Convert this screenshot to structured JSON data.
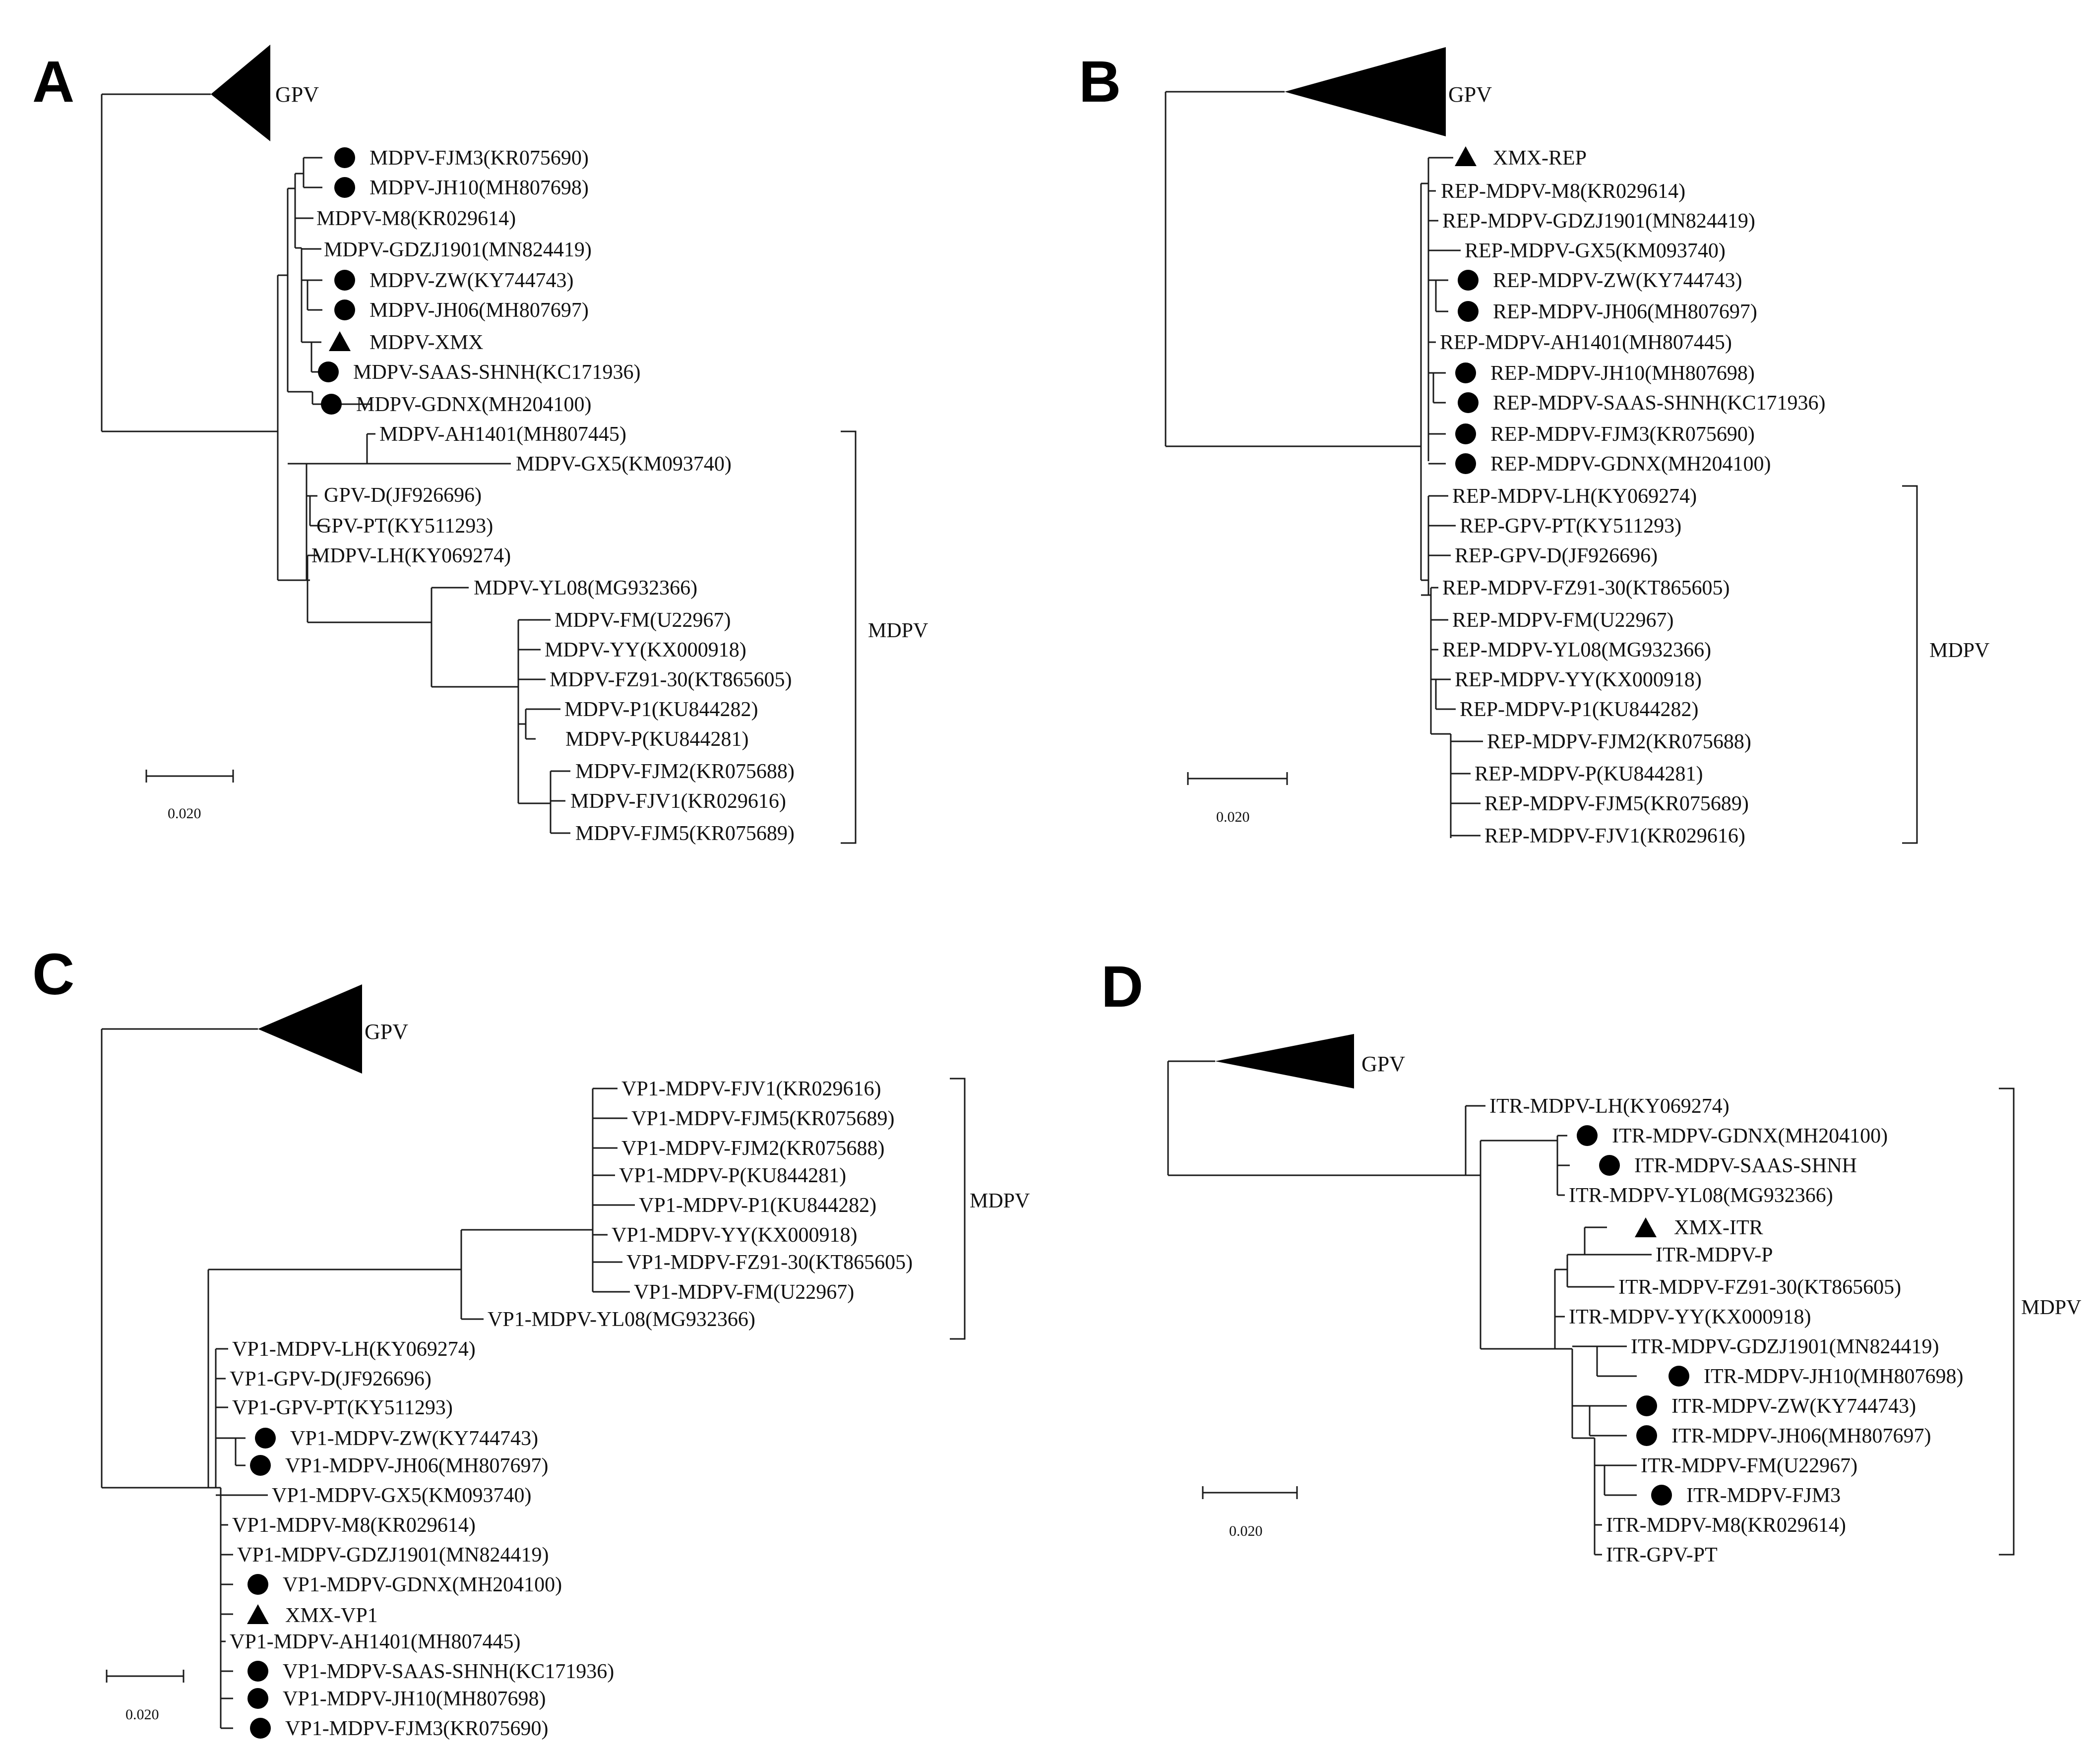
{
  "panels": [
    {
      "letter": "A",
      "collapsed_label": "GPV",
      "clade_label": "MDPV",
      "scale_label": "0.020",
      "leaves": [
        {
          "label": "MDPV-FJM3(KR075690)",
          "marker": "circle"
        },
        {
          "label": "MDPV-JH10(MH807698)",
          "marker": "circle"
        },
        {
          "label": "MDPV-M8(KR029614)",
          "marker": "none"
        },
        {
          "label": "MDPV-GDZJ1901(MN824419)",
          "marker": "none"
        },
        {
          "label": "MDPV-ZW(KY744743)",
          "marker": "circle"
        },
        {
          "label": "MDPV-JH06(MH807697)",
          "marker": "circle"
        },
        {
          "label": "MDPV-XMX",
          "marker": "triangle"
        },
        {
          "label": "MDPV-SAAS-SHNH(KC171936)",
          "marker": "circle"
        },
        {
          "label": "MDPV-GDNX(MH204100)",
          "marker": "circle"
        },
        {
          "label": "MDPV-AH1401(MH807445)",
          "marker": "none"
        },
        {
          "label": "MDPV-GX5(KM093740)",
          "marker": "none"
        },
        {
          "label": "GPV-D(JF926696)",
          "marker": "none"
        },
        {
          "label": "GPV-PT(KY511293)",
          "marker": "none"
        },
        {
          "label": "MDPV-LH(KY069274)",
          "marker": "none"
        },
        {
          "label": "MDPV-YL08(MG932366)",
          "marker": "none"
        },
        {
          "label": "MDPV-FM(U22967)",
          "marker": "none"
        },
        {
          "label": "MDPV-YY(KX000918)",
          "marker": "none"
        },
        {
          "label": "MDPV-FZ91-30(KT865605)",
          "marker": "none"
        },
        {
          "label": "MDPV-P1(KU844282)",
          "marker": "none"
        },
        {
          "label": "MDPV-P(KU844281)",
          "marker": "none"
        },
        {
          "label": "MDPV-FJM2(KR075688)",
          "marker": "none"
        },
        {
          "label": "MDPV-FJV1(KR029616)",
          "marker": "none"
        },
        {
          "label": "MDPV-FJM5(KR075689)",
          "marker": "none"
        }
      ]
    },
    {
      "letter": "B",
      "collapsed_label": "GPV",
      "clade_label": "MDPV",
      "scale_label": "0.020",
      "leaves": [
        {
          "label": "XMX-REP",
          "marker": "triangle"
        },
        {
          "label": "REP-MDPV-M8(KR029614)",
          "marker": "none"
        },
        {
          "label": "REP-MDPV-GDZJ1901(MN824419)",
          "marker": "none"
        },
        {
          "label": "REP-MDPV-GX5(KM093740)",
          "marker": "none"
        },
        {
          "label": "REP-MDPV-ZW(KY744743)",
          "marker": "circle"
        },
        {
          "label": "REP-MDPV-JH06(MH807697)",
          "marker": "circle"
        },
        {
          "label": "REP-MDPV-AH1401(MH807445)",
          "marker": "none"
        },
        {
          "label": "REP-MDPV-JH10(MH807698)",
          "marker": "circle"
        },
        {
          "label": "REP-MDPV-SAAS-SHNH(KC171936)",
          "marker": "circle"
        },
        {
          "label": "REP-MDPV-FJM3(KR075690)",
          "marker": "circle"
        },
        {
          "label": "REP-MDPV-GDNX(MH204100)",
          "marker": "circle"
        },
        {
          "label": "REP-MDPV-LH(KY069274)",
          "marker": "none"
        },
        {
          "label": "REP-GPV-PT(KY511293)",
          "marker": "none"
        },
        {
          "label": "REP-GPV-D(JF926696)",
          "marker": "none"
        },
        {
          "label": "REP-MDPV-FZ91-30(KT865605)",
          "marker": "none"
        },
        {
          "label": "REP-MDPV-FM(U22967)",
          "marker": "none"
        },
        {
          "label": "REP-MDPV-YL08(MG932366)",
          "marker": "none"
        },
        {
          "label": "REP-MDPV-YY(KX000918)",
          "marker": "none"
        },
        {
          "label": "REP-MDPV-P1(KU844282)",
          "marker": "none"
        },
        {
          "label": "REP-MDPV-FJM2(KR075688)",
          "marker": "none"
        },
        {
          "label": "REP-MDPV-P(KU844281)",
          "marker": "none"
        },
        {
          "label": "REP-MDPV-FJM5(KR075689)",
          "marker": "none"
        },
        {
          "label": "REP-MDPV-FJV1(KR029616)",
          "marker": "none"
        }
      ]
    },
    {
      "letter": "C",
      "collapsed_label": "GPV",
      "clade_label": "MDPV",
      "scale_label": "0.020",
      "leaves": [
        {
          "label": "VP1-MDPV-FJV1(KR029616)",
          "marker": "none"
        },
        {
          "label": "VP1-MDPV-FJM5(KR075689)",
          "marker": "none"
        },
        {
          "label": "VP1-MDPV-FJM2(KR075688)",
          "marker": "none"
        },
        {
          "label": "VP1-MDPV-P(KU844281)",
          "marker": "none"
        },
        {
          "label": "VP1-MDPV-P1(KU844282)",
          "marker": "none"
        },
        {
          "label": "VP1-MDPV-YY(KX000918)",
          "marker": "none"
        },
        {
          "label": "VP1-MDPV-FZ91-30(KT865605)",
          "marker": "none"
        },
        {
          "label": "VP1-MDPV-FM(U22967)",
          "marker": "none"
        },
        {
          "label": "VP1-MDPV-YL08(MG932366)",
          "marker": "none"
        },
        {
          "label": "VP1-MDPV-LH(KY069274)",
          "marker": "none"
        },
        {
          "label": "VP1-GPV-D(JF926696)",
          "marker": "none"
        },
        {
          "label": "VP1-GPV-PT(KY511293)",
          "marker": "none"
        },
        {
          "label": "VP1-MDPV-ZW(KY744743)",
          "marker": "circle"
        },
        {
          "label": "VP1-MDPV-JH06(MH807697)",
          "marker": "circle"
        },
        {
          "label": "VP1-MDPV-GX5(KM093740)",
          "marker": "none"
        },
        {
          "label": "VP1-MDPV-M8(KR029614)",
          "marker": "none"
        },
        {
          "label": "VP1-MDPV-GDZJ1901(MN824419)",
          "marker": "none"
        },
        {
          "label": "VP1-MDPV-GDNX(MH204100)",
          "marker": "circle"
        },
        {
          "label": "XMX-VP1",
          "marker": "triangle"
        },
        {
          "label": "VP1-MDPV-AH1401(MH807445)",
          "marker": "none"
        },
        {
          "label": "VP1-MDPV-SAAS-SHNH(KC171936)",
          "marker": "circle"
        },
        {
          "label": "VP1-MDPV-JH10(MH807698)",
          "marker": "circle"
        },
        {
          "label": "VP1-MDPV-FJM3(KR075690)",
          "marker": "circle"
        }
      ]
    },
    {
      "letter": "D",
      "collapsed_label": "GPV",
      "clade_label": "MDPV",
      "scale_label": "0.020",
      "leaves": [
        {
          "label": "ITR-MDPV-LH(KY069274)",
          "marker": "none"
        },
        {
          "label": "ITR-MDPV-GDNX(MH204100)",
          "marker": "circle"
        },
        {
          "label": "ITR-MDPV-SAAS-SHNH",
          "marker": "circle"
        },
        {
          "label": "ITR-MDPV-YL08(MG932366)",
          "marker": "none"
        },
        {
          "label": "XMX-ITR",
          "marker": "triangle"
        },
        {
          "label": "ITR-MDPV-P",
          "marker": "none"
        },
        {
          "label": "ITR-MDPV-FZ91-30(KT865605)",
          "marker": "none"
        },
        {
          "label": "ITR-MDPV-YY(KX000918)",
          "marker": "none"
        },
        {
          "label": "ITR-MDPV-GDZJ1901(MN824419)",
          "marker": "none"
        },
        {
          "label": "ITR-MDPV-JH10(MH807698)",
          "marker": "circle"
        },
        {
          "label": "ITR-MDPV-ZW(KY744743)",
          "marker": "circle"
        },
        {
          "label": "ITR-MDPV-JH06(MH807697)",
          "marker": "circle"
        },
        {
          "label": "ITR-MDPV-FM(U22967)",
          "marker": "none"
        },
        {
          "label": "ITR-MDPV-FJM3",
          "marker": "circle"
        },
        {
          "label": "ITR-MDPV-M8(KR029614)",
          "marker": "none"
        },
        {
          "label": "ITR-GPV-PT",
          "marker": "none"
        }
      ]
    }
  ]
}
